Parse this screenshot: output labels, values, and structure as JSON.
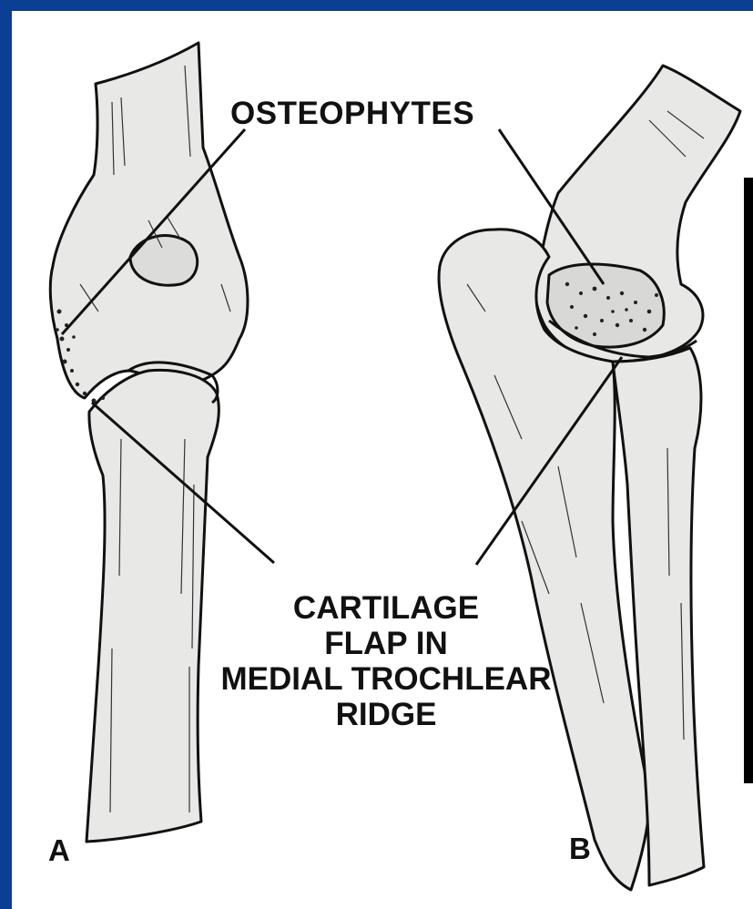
{
  "labels": {
    "osteophytes": "OSTEOPHYTES",
    "cartilage_line1": "CARTILAGE",
    "cartilage_line2": "FLAP IN",
    "cartilage_line3": "MEDIAL TROCHLEAR",
    "cartilage_line4": "RIDGE",
    "panel_a": "A",
    "panel_b": "B"
  },
  "colors": {
    "frame": "#0b3f94",
    "bone_fill": "#e9e9e7",
    "ink": "#111111",
    "side_bar": "#000000"
  }
}
